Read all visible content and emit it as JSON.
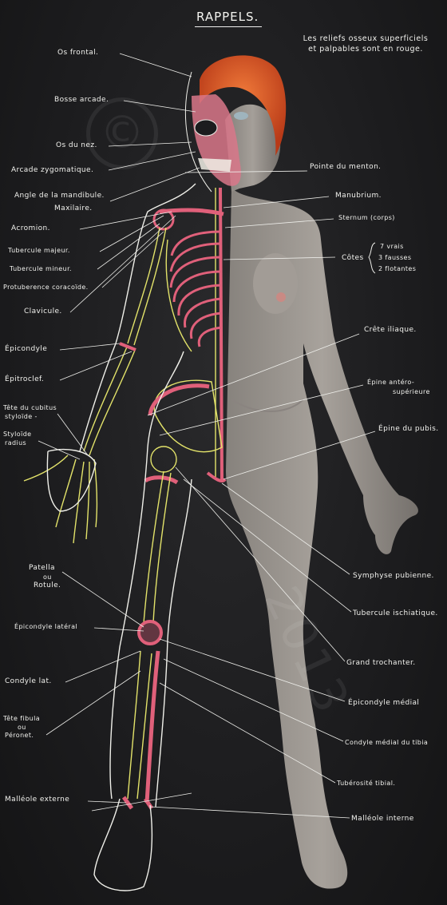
{
  "title": "RAPPELS.",
  "note_line1": "Les reliefs osseux superficiels",
  "note_line2": "et palpables sont en rouge.",
  "watermark": "©",
  "watermark_text": "2013",
  "colors": {
    "board": "#1c1c1e",
    "chalk": "#f2f2ee",
    "bone_red": "#e0607a",
    "nerve_yellow": "#e3e36a",
    "skin": "#a9a49e",
    "hair": "#d9532a"
  },
  "labels_left": {
    "os_frontal": "Os frontal.",
    "bosse_arcade": "Bosse arcade.",
    "os_du_nez": "Os du nez.",
    "arcade_zygomatique": "Arcade zygomatique.",
    "angle_mandibule_1": "Angle de la mandibule.",
    "angle_mandibule_2": "Maxilaire.",
    "acromion": "Acromion.",
    "tubercule_majeur": "Tubercule majeur.",
    "tubercule_mineur": "Tubercule mineur.",
    "processus_coracoide": "Protuberence coracoïde.",
    "clavicule": "Clavicule.",
    "epicondyle": "Épicondyle",
    "epitrochlee": "Épitroclef.",
    "tete_cubitus_1": "Tête du cubitus",
    "tete_cubitus_2": "styloïde -",
    "styloide_radius_1": "Styloïde",
    "styloide_radius_2": "radius",
    "patella_1": "Patella",
    "patella_2": "ou",
    "patella_3": "Rotule.",
    "epicondyle_lateral": "Épicondyle latéral",
    "condyle_lat": "Condyle lat.",
    "tete_fibula_1": "Tête fibula",
    "tete_fibula_2": "ou",
    "tete_fibula_3": "Péronet.",
    "malleole_externe": "Malléole externe"
  },
  "labels_right": {
    "pointe_menton": "Pointe du menton.",
    "manubrium": "Manubrium.",
    "sternum": "Sternum (corps)",
    "cotes": "Côtes",
    "cotes_vraies": "7 vrais",
    "cotes_fausses": "3 fausses",
    "cotes_flottantes": "2 flotantes",
    "crete_iliaque": "Crête iliaque.",
    "epine_antero_1": "Épine antéro-",
    "epine_antero_2": "supérieure",
    "epine_pubis": "Épine du pubis.",
    "symphyse": "Symphyse pubienne.",
    "tubercule_ischiatique": "Tubercule ischiatique.",
    "grand_trochanter": "Grand trochanter.",
    "epicondyle_medial": "Épicondyle médial",
    "condyle_medial": "Condyle médial du tibia",
    "tuberosite_tibiale": "Tubérosité tibial.",
    "malleole_interne": "Malléole interne"
  }
}
